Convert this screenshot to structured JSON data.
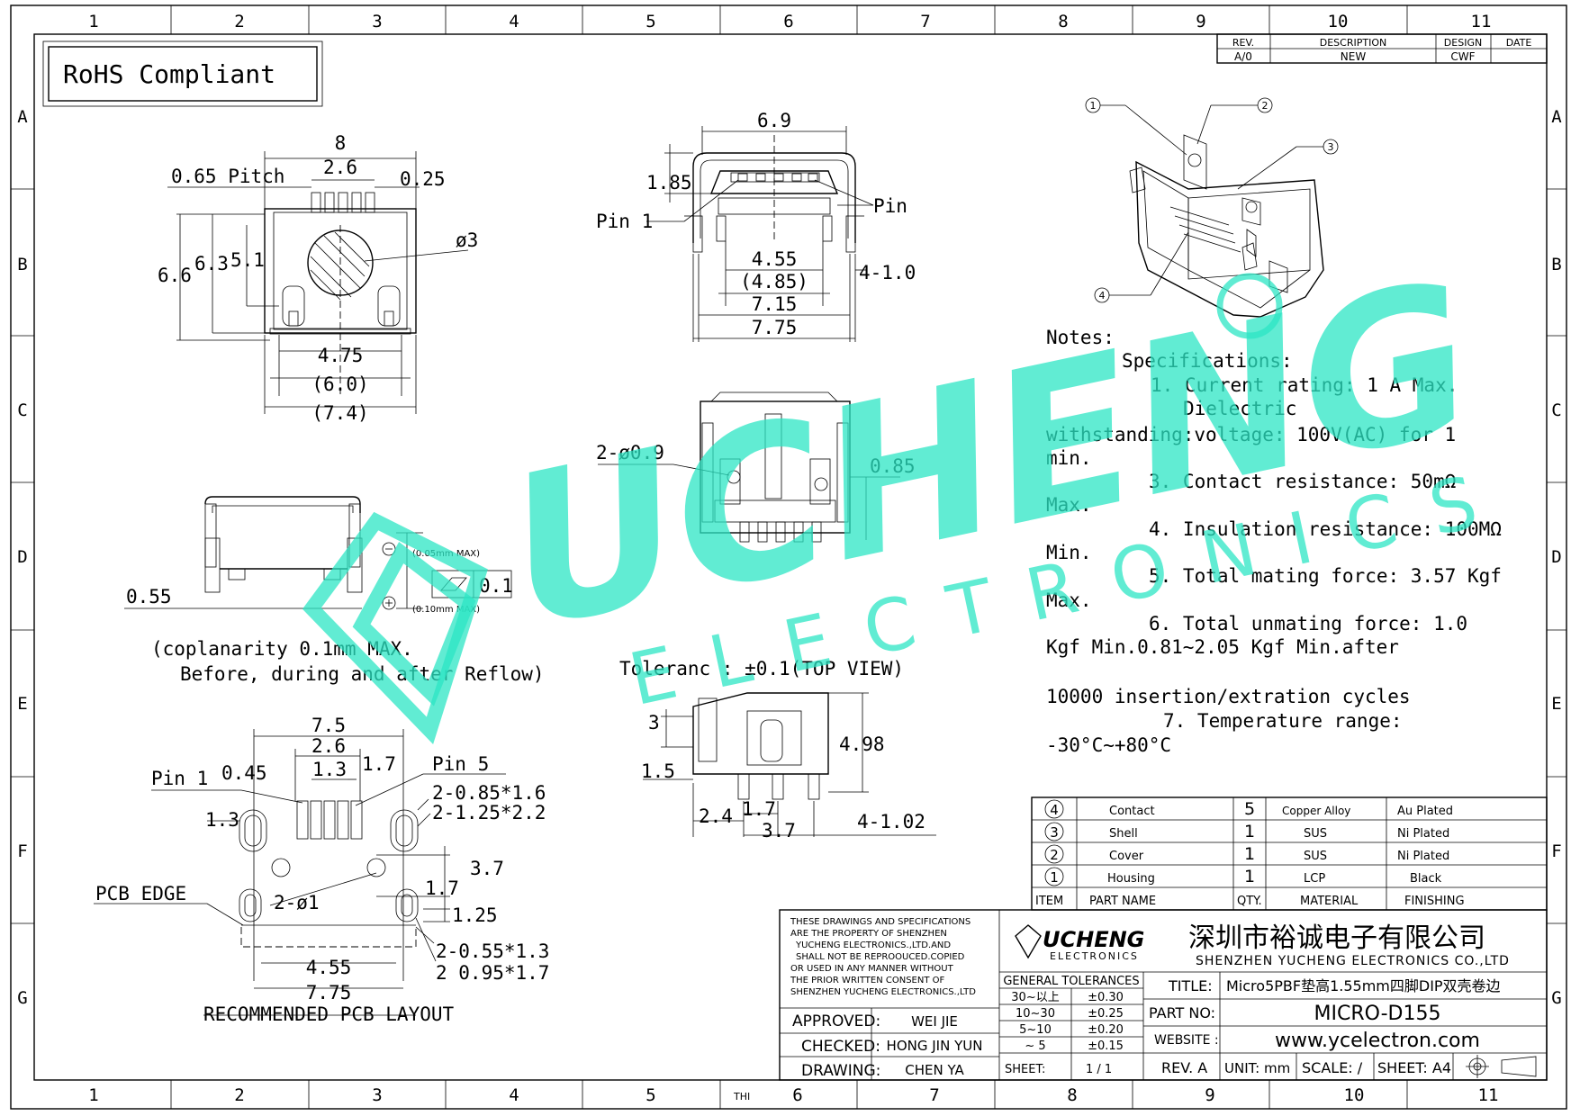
{
  "grid": {
    "columns": [
      "1",
      "2",
      "3",
      "4",
      "5",
      "6",
      "7",
      "8",
      "9",
      "10",
      "11"
    ],
    "rows": [
      "A",
      "B",
      "C",
      "D",
      "E",
      "F",
      "G"
    ]
  },
  "rohs": "RoHS Compliant",
  "revision": {
    "headers": [
      "REV.",
      "DESCRIPTION",
      "DESIGN",
      "DATE"
    ],
    "row": [
      "A/0",
      "NEW",
      "CWF",
      ""
    ]
  },
  "top_view": {
    "dims": [
      "8",
      "2.6",
      "0.65 Pitch",
      "0.25",
      "6.6",
      "6.3",
      "5.1",
      "ø3",
      "4.75",
      "(6.0)",
      "(7.4)"
    ]
  },
  "front_view": {
    "dims": [
      "6.9",
      "1.85",
      "Pin 1",
      "Pin",
      "4.55",
      "(4.85)",
      "7.15",
      "7.75",
      "4-1.0"
    ]
  },
  "bottom_view": {
    "dims": [
      "2-ø0.9",
      "0.85"
    ]
  },
  "side_view": {
    "dims": [
      "0.55",
      "(0.05mm MAX)",
      "(0.10mm MAX)",
      "0.1"
    ],
    "note1": "(coplanarity 0.1mm MAX.",
    "note2": "Before, during and after Reflow)"
  },
  "tolerance_text": "Toleranc  : ±0.1(TOP VIEW)",
  "right_side_view": {
    "dims": [
      "3",
      "1.5",
      "4.98",
      "2.4",
      "1.7",
      "3.7",
      "4-1.02"
    ]
  },
  "pcb_layout": {
    "dims": [
      "7.5",
      "2.6",
      "1.3",
      "1.7",
      "0.45",
      "Pin 1",
      "Pin 5",
      "2-0.85*1.6",
      "2-1.25*2.2",
      "1.3",
      "3.7",
      "1.7",
      "1.25",
      "2-ø1",
      "4.55",
      "7.75",
      "2-0.55*1.3",
      "2  0.95*1.7",
      "PCB EDGE"
    ],
    "title": "RECOMMENDED PCB LAYOUT"
  },
  "iso_callouts": [
    "1",
    "2",
    "3",
    "4"
  ],
  "notes": {
    "heading": "Notes:",
    "lines": [
      "Specifications:",
      "1. Current rating: 1 A Max.",
      "Dielectric",
      "withstanding:voltage: 100V(AC) for 1",
      "min.",
      "3. Contact resistance: 50mΩ",
      "Max.",
      "4. Insulation resistance: 100MΩ",
      "Min.",
      "5. Total mating force: 3.57 Kgf",
      "Max.",
      "6. Total unmating force: 1.0",
      "Kgf Min.0.81~2.05 Kgf Min.after",
      "10000 insertion/extration cycles",
      "7. Temperature range:",
      "-30°C~+80°C"
    ]
  },
  "bom": {
    "rows": [
      {
        "item": "4",
        "name": "Contact",
        "qty": "5",
        "material": "Copper Alloy",
        "finish": "Au Plated"
      },
      {
        "item": "3",
        "name": "Shell",
        "qty": "1",
        "material": "SUS",
        "finish": "Ni Plated"
      },
      {
        "item": "2",
        "name": "Cover",
        "qty": "1",
        "material": "SUS",
        "finish": "Ni Plated"
      },
      {
        "item": "1",
        "name": "Housing",
        "qty": "1",
        "material": "LCP",
        "finish": "Black"
      }
    ],
    "headers": [
      "ITEM",
      "PART NAME",
      "QTY.",
      "MATERIAL",
      "FINISHING"
    ]
  },
  "title_block": {
    "disclaimer": [
      "THESE DRAWINGS AND SPECIFICATIONS",
      "ARE THE PROPERTY OF SHENZHEN",
      "YUCHENG ELECTRONICS.,LTD.AND",
      "SHALL NOT BE REPROOUCED.COPIED",
      "OR USED IN ANY MANNER WITHOUT",
      "THE PRIOR WRITTEN CONSENT OF",
      "SHENZHEN YUCHENG ELECTRONICS.,LTD"
    ],
    "logo_main": "UCHENG",
    "logo_sub": "ELECTRONICS",
    "company_cn": "深圳市裕诚电子有限公司",
    "company_en": "SHENZHEN YUCHENG ELECTRONICS CO.,LTD",
    "approved_label": "APPROVED:",
    "approved": "WEI JIE",
    "checked_label": "CHECKED:",
    "checked": "HONG JIN YUN",
    "drawing_label": "DRAWING:",
    "drawing": "CHEN YA",
    "tol_header": "GENERAL TOLERANCES",
    "tolerances": [
      {
        "range": "30~以上",
        "tol": "±0.30"
      },
      {
        "range": "10~30",
        "tol": "±0.25"
      },
      {
        "range": "5~10",
        "tol": "±0.20"
      },
      {
        "range": "~ 5",
        "tol": "±0.15"
      }
    ],
    "sheet_label": "SHEET:",
    "sheet": "1 / 1",
    "title_label": "TITLE:",
    "title": "Micro5PBF垫高1.55mm四脚DIP双壳卷边",
    "partno_label": "PART NO:",
    "partno": "MICRO-D155",
    "website_label": "WEBSITE :",
    "website": "www.ycelectron.com",
    "rev_label": "REV. A",
    "unit_label": "UNIT: mm",
    "scale_label": "SCALE: /",
    "sheetsize_label": "SHEET: A4"
  },
  "thi": "THI",
  "watermark": {
    "main": "UCHENG",
    "sub": "ELECTRONICS"
  },
  "colors": {
    "watermark": "#2ce6c4",
    "ink": "#000000"
  }
}
